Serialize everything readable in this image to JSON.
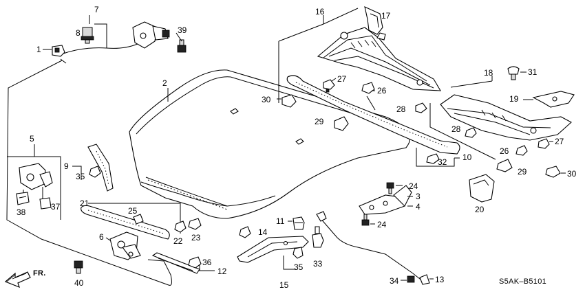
{
  "diagram": {
    "code": "S5AK–B5101",
    "direction_label": "FR.",
    "callouts": {
      "c1": "1",
      "c2": "2",
      "c3": "3",
      "c4": "4",
      "c5": "5",
      "c6": "6",
      "c7": "7",
      "c8": "8",
      "c9": "9",
      "c10": "10",
      "c11": "11",
      "c12": "12",
      "c13": "13",
      "c14": "14",
      "c15": "15",
      "c16": "16",
      "c17": "17",
      "c18": "18",
      "c19": "19",
      "c20": "20",
      "c21": "21",
      "c22": "22",
      "c23": "23",
      "c24": "24",
      "c25": "25",
      "c26": "26",
      "c27": "27",
      "c28": "28",
      "c29": "29",
      "c30": "30",
      "c31": "31",
      "c32": "32",
      "c33": "33",
      "c34": "34",
      "c35": "35",
      "c36": "36",
      "c37": "37",
      "c38": "38",
      "c39": "39",
      "c40": "40"
    }
  }
}
